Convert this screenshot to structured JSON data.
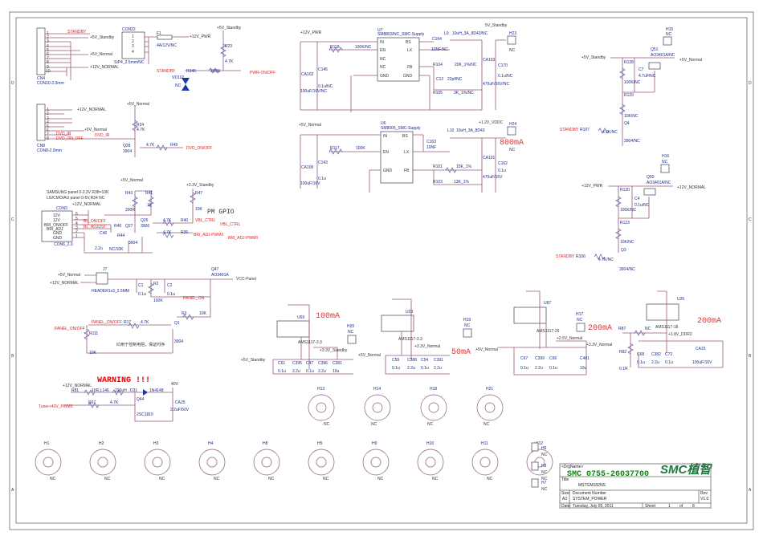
{
  "frame": {
    "zones": [
      "D",
      "C",
      "B",
      "A"
    ]
  },
  "cn4": {
    "ref": "CN4",
    "part": "CON10-2.0mm",
    "pins": [
      "1",
      "2",
      "3",
      "4",
      "5",
      "6",
      "7",
      "8",
      "9",
      "10"
    ],
    "net_standby": "STANDBY",
    "net_5vstb": "+5V_Standby",
    "net_5vn": "+5V_Normal",
    "net_12vn": "+12V_NORMAL"
  },
  "con22": {
    "ref": "CON22",
    "part": "SIP4_2.5mm/NC",
    "pins": [
      "1",
      "2",
      "3",
      "4"
    ],
    "fuse": "F1",
    "fuse_val": "4A/12V/NC",
    "net": "+12V_PWR"
  },
  "pwr_on": {
    "net_5vstb": "+5V_Standby",
    "r23": "R23",
    "r23_val": "4.7K",
    "standby": "STANDBY",
    "r340": "R340",
    "r340_val": "200R",
    "vd": "VD102",
    "vd_val": "NC",
    "port": "PWR-ON/OFF"
  },
  "cn8": {
    "ref": "CN8",
    "part": "CON8-2.0mm",
    "pins": [
      "1",
      "2",
      "3",
      "4",
      "5",
      "6",
      "7",
      "8"
    ],
    "net_12vn": "+12V_NORMAL",
    "net_5vn": "+5V_Normal",
    "dvd_ir": "DVD_IR",
    "dvd_onoff": "DVD_ON_OFF",
    "port_ir": "DVD_IR"
  },
  "dvd": {
    "net": "+5V_Normal",
    "r24": "R24",
    "r24_val": "4.7K",
    "q": "Q28",
    "q_val": "3904",
    "r49": "R49",
    "r49_val": "4.7K",
    "port": "DVD_ON/OFF"
  },
  "u7": {
    "ref": "U7",
    "part": "SM8803/NC_SMC-Supply",
    "pins_l": [
      "IN",
      "EN",
      "NC",
      "NC",
      "GND"
    ],
    "pins_r": [
      "BS",
      "LX",
      "FB",
      "GND"
    ],
    "net_in": "+12V_PWR",
    "r118": "R118",
    "r118_val": "100K/NC",
    "ca102": "CA102",
    "ca102_val": "100uF/16V/NC",
    "c145": "C145",
    "c145_val": "0.1u/NC",
    "c164": "C164",
    "c164_val": "10NF/NC",
    "l9": "L9",
    "l9_val": "10uH_3A_8D43/NC",
    "net_out": "5V_Standby",
    "h23": "H23",
    "h23_val": "NC",
    "r104": "R104",
    "r104_val": "20K_1%/NC",
    "c12": "C12",
    "c12_val": "22pf/NC",
    "r105": "R105",
    "r105_val": "3K_1%/NC",
    "ca103": "CA103",
    "ca103_val": "470uF/16V/NC",
    "c170": "C170",
    "c170_val": "0.1u/NC"
  },
  "u6": {
    "ref": "U6",
    "part": "SM8005_SMC-Supply",
    "pins_l": [
      "IN",
      "EN",
      "GND"
    ],
    "pins_r": [
      "BS",
      "LX",
      "FB"
    ],
    "net_in": "+5V_Normal",
    "r117": "R117",
    "r117_val": "100K",
    "ca100": "CA100",
    "ca100_val": "100uF/16V",
    "c143": "C143",
    "c143_val": "0.1u",
    "c163": "C163",
    "c163_val": "10NF",
    "l10": "L10",
    "l10_val": "10uH_3A_8D43",
    "net_out": "+1.2V_VDDC",
    "current": "800mA",
    "h24": "H24",
    "h24_val": "NC",
    "r101": "R101",
    "r101_val": "15K_1%",
    "r103": "R103",
    "r103_val": "13K_1%",
    "ca101": "CA101",
    "ca101_val": "470uF/16V",
    "c162": "C162",
    "c162_val": "0.1u"
  },
  "q51": {
    "net_in": "+5V_Standby",
    "ref": "Q51",
    "val": "AO3401A/NC",
    "net_out": "+5V_Normal",
    "h15": "H15",
    "h15_val": "NC",
    "r128": "R128",
    "r128_val": "100K/NC",
    "c7": "C7",
    "c7_val": "4.7uF/NC",
    "r129": "R129",
    "r129_val": "10K/NC",
    "q4": "Q4",
    "q4_val": "3904/NC",
    "standby": "STANDBY",
    "r107": "R107",
    "r107_val": "4.7K/NC"
  },
  "q50": {
    "net_in": "+12V_PWR",
    "ref": "Q50",
    "val": "AO3401A/NC",
    "net_out": "+12V_NORMAL",
    "h16": "H16",
    "h16_val": "NC",
    "r120": "R120",
    "r120_val": "100K/NC",
    "c4": "C4",
    "c4_val": "0.1u/NC",
    "r123": "R123",
    "r123_val": "10K/NC",
    "q3": "Q3",
    "q3_val": "3904/NC",
    "standby": "STANDBY",
    "r106": "R106",
    "r106_val": "4.7K/NC"
  },
  "panel": {
    "note1": "SAMSUNG panel 0-3.3V R38=10K",
    "note2": "LG/CMO/AU panel 0-5V,R34 NC",
    "con3": "CON3",
    "con3_part": "CON6_2.0",
    "pins": [
      "12V",
      "12V",
      "BRI_ON/OFF",
      "BRI_ADJ",
      "GND",
      "GND"
    ],
    "pin_nums": [
      "6",
      "5",
      "4",
      "3",
      "2",
      "1"
    ],
    "net_12vn": "+12V_NORMAL",
    "net_5vn": "+5V_Normal",
    "net_33": "+3.3V_Standby",
    "r43": "R43",
    "r43_val": "200R",
    "r41": "R41",
    "r41_val": "1K",
    "r47": "R47",
    "r47_val": "10K",
    "pm": "PM GPIO",
    "bl_onoff": "BL_ON/OFF",
    "bl_adj": "BL_ADJUST",
    "c46": "C46",
    "c46_val": "2.2u",
    "r46": "R46",
    "q27": "Q27",
    "r44": "R44",
    "r44_val": "NC/10K",
    "q_b": "3904",
    "q26": "Q26",
    "q26_val": "3906",
    "r40": "R40",
    "r40_val": "4.7K",
    "r35": "R35",
    "r35_val": "4.7K",
    "vbl": "VBL_CTRL",
    "vbl_port": "VBL_CTRL",
    "bri": "BRI_ADJ-PWM0",
    "bri_port": "BRI_ADJ-PWM0"
  },
  "vcc_panel": {
    "j7": "J7",
    "j7_part": "HEADER1x3_2.5MM",
    "net_5vn": "+5V_Normal",
    "net_12vn": "+12V_NORMAL",
    "c1": "C1",
    "c1_val": "0.1u",
    "r2": "R2",
    "r2_val": "100K",
    "c2": "C2",
    "c2_val": "0.1u",
    "q47": "Q47",
    "q47_val": "AO3401A",
    "port": "VCC-Panel",
    "panel_on": "PANEL_ON",
    "r3": "R3",
    "r3_val": "10K",
    "q1": "Q1",
    "q1_val": "3904",
    "port_in": "PANEL_ON/OFF",
    "net_in": "PANEL_ON/OFF",
    "r17": "R17",
    "r17_val": "4.7K",
    "r111": "R111",
    "r111_val": "10K",
    "note": "IO用于控制电阻，保证时序"
  },
  "warning": {
    "text": "WARNING !!!",
    "net_12vn": "+12V_NORMAL",
    "r81": "R81",
    "l146": "10R,L146",
    "l_val": "220uH",
    "d31": "D31",
    "d_val": "1N4148",
    "v40": "40V",
    "q44": "Q44",
    "q44_val": "2SC1815",
    "r67": "R67",
    "r67_val": "4.7K",
    "ca25": "CA25",
    "ca25_val": "2.2uF/50V",
    "port": "Tuner+40V_PWM0"
  },
  "ldo": [
    {
      "ref": "U69",
      "part": "AMS1117-3.3",
      "current": "100mA",
      "net_in": "+5V_Standby",
      "net_out": "+3.3V_Standby",
      "h": "H20",
      "h_val": "NC",
      "caps": [
        [
          "C51",
          "0.1u"
        ],
        [
          "C395",
          "2.2u"
        ],
        [
          "C47",
          "0.1u"
        ],
        [
          "C396",
          "2.2u"
        ],
        [
          "C381",
          "10u"
        ]
      ]
    },
    {
      "ref": "U23",
      "part": "AMS1117-3.3",
      "current": "50mA",
      "net_in": "+5V_Normal",
      "net_out": "+3.3V_Normal",
      "h": "H19",
      "h_val": "NC",
      "caps": [
        [
          "C59",
          "0.1u"
        ],
        [
          "C388",
          "2.2u"
        ],
        [
          "C54",
          "0.1u"
        ],
        [
          "C391",
          "2.2u"
        ]
      ]
    },
    {
      "ref": "U87",
      "part": "AMS1117-25",
      "current": "200mA",
      "net_in": "+5V_Normal",
      "net_out": "+2.5V_Normal",
      "h": "H17",
      "h_val": "NC",
      "caps": [
        [
          "C67",
          "0.1u"
        ],
        [
          "C399",
          "2.2u"
        ],
        [
          "C66",
          "0.1u"
        ],
        [
          "C401",
          "10u"
        ]
      ]
    },
    {
      "ref": "U26",
      "part": "AMS1117-18",
      "current": "200mA",
      "net_in": "+3.3V_Normal",
      "net_out": "+1.8V_DDR2",
      "h": "",
      "h_val": "",
      "caps": [
        [
          "C68",
          "0.1u"
        ],
        [
          "C382",
          "2.2u"
        ],
        [
          "C72",
          "0.1u"
        ],
        [
          "CA15",
          "100uF/16V"
        ]
      ],
      "r87": "R87",
      "r87_val": "NC",
      "r82": "R82",
      "r82_val": "0.1R"
    }
  ],
  "holes_top": [
    [
      "H13",
      "NC"
    ],
    [
      "H14",
      "NC"
    ],
    [
      "H18",
      "NC"
    ],
    [
      "H21",
      "NC"
    ]
  ],
  "holes_bottom": [
    [
      "H1",
      "NC"
    ],
    [
      "H2",
      "NC"
    ],
    [
      "H3",
      "NC"
    ],
    [
      "H4",
      "NC"
    ],
    [
      "H8",
      "NC"
    ],
    [
      "H5",
      "NC"
    ],
    [
      "H9",
      "NC"
    ],
    [
      "H10",
      "NC"
    ],
    [
      "H11",
      "NC"
    ],
    [
      "H12",
      "NC"
    ]
  ],
  "holes_small": [
    [
      "H6",
      "NC"
    ],
    [
      "H8",
      "NC"
    ],
    [
      "H7",
      "NC"
    ]
  ],
  "title_block": {
    "dwg_label": "<DrgName>",
    "company": "SMC  0755-26037700",
    "logo": "SMC植智",
    "title_label": "Title",
    "title": "MSTGM182NS",
    "size_label": "Size",
    "size": "A3",
    "doc_label": "Document Number",
    "doc": "SYSTEM_POWER",
    "rev_label": "Rev",
    "rev": "V1.0",
    "date_label": "Date:",
    "date": "Tuesday, July 05, 2011",
    "sheet_label": "Sheet",
    "sheet": "1",
    "of": "of",
    "total": "8"
  },
  "colors": {
    "wire": "#9a5a7a",
    "net_red": "#dd2222",
    "part_blue": "#1a2a8a",
    "current_red": "#dd3333",
    "company_green": "#0a8a0a"
  }
}
